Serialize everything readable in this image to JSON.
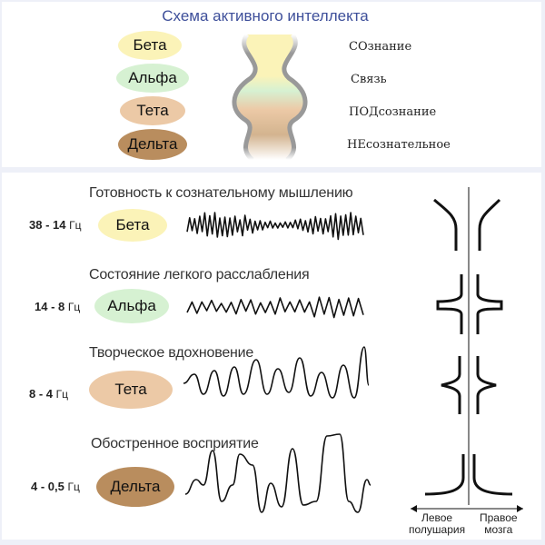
{
  "title": "Схема активного интеллекта",
  "top_legend": [
    {
      "wave": "Бета",
      "state": "СОзнание",
      "color": "#fbf3b8"
    },
    {
      "wave": "Альфа",
      "state": "Связь",
      "color": "#d6f1d2"
    },
    {
      "wave": "Тета",
      "state": "ПОДсознание",
      "color": "#ecc9a6"
    },
    {
      "wave": "Дельта",
      "state": "НЕсознательное",
      "color": "#b98d5e"
    }
  ],
  "rows": [
    {
      "desc": "Готовность к сознательному мышлению",
      "range": "38 - 14",
      "unit": "Гц",
      "wave": "Бета",
      "color": "#fbf3b8"
    },
    {
      "desc": "Состояние легкого расслабления",
      "range": "14 - 8",
      "unit": "Гц",
      "wave": "Альфа",
      "color": "#d6f1d2"
    },
    {
      "desc": "Творческое вдохновение",
      "range": "8 - 4",
      "unit": "Гц",
      "wave": "Тета",
      "color": "#ecc9a6"
    },
    {
      "desc": "Обостренное восприятие",
      "range": "4 - 0,5",
      "unit": "Гц",
      "wave": "Дельта",
      "color": "#b98d5e"
    }
  ],
  "hemispheres": {
    "left_line1": "Левое",
    "left_line2": "полушария",
    "right_line1": "Правое",
    "right_line2": "мозга"
  }
}
